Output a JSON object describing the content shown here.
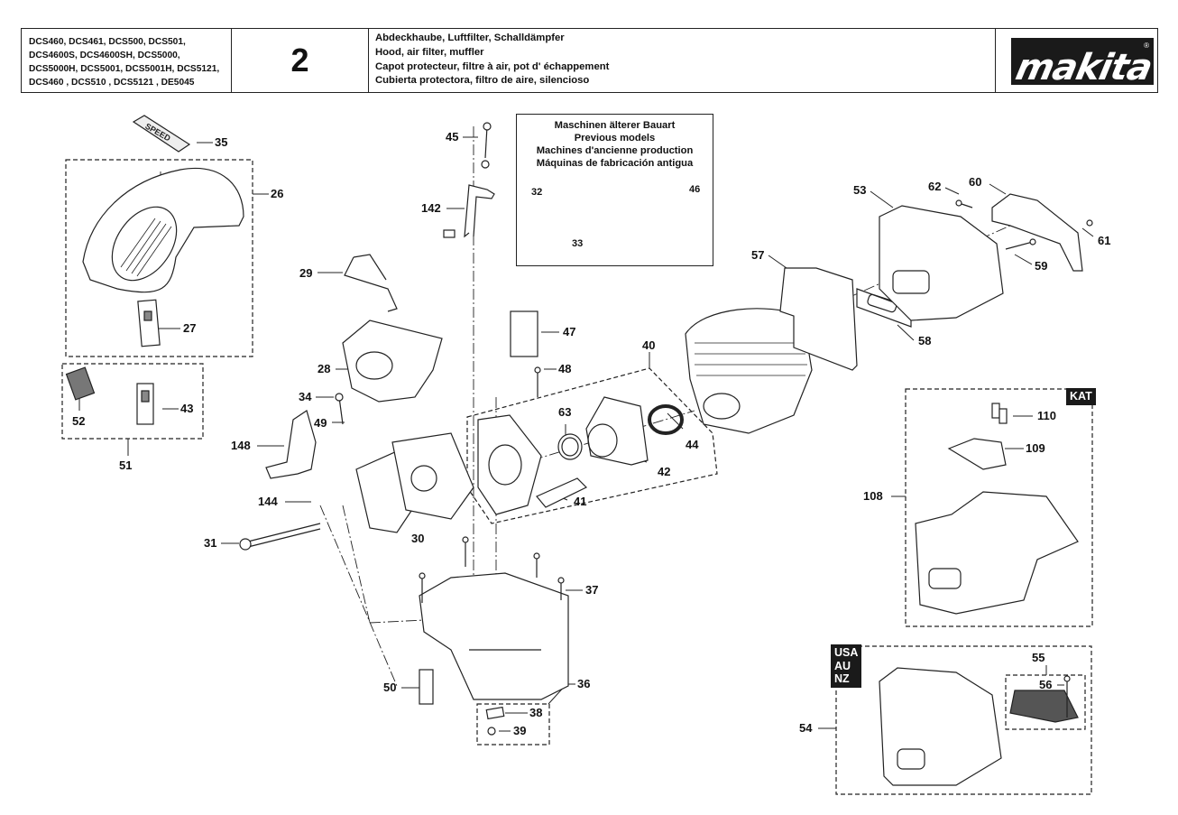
{
  "header": {
    "models": [
      "DCS460, DCS461, DCS500, DCS501,",
      "DCS4600S, DCS4600SH, DCS5000,",
      "DCS5000H, DCS5001, DCS5001H, DCS5121,",
      "DCS460 , DCS510 , DCS5121 , DE5045"
    ],
    "page_number": "2",
    "titles": [
      "Abdeckhaube, Luftfilter, Schalldämpfer",
      "Hood, air filter, muffler",
      "Capot protecteur, filtre à air, pot d' échappement",
      "Cubierta protectora, filtro de aire, silencioso"
    ],
    "brand": "makita",
    "registered_mark": "®"
  },
  "previous_models_box": {
    "title_lines": [
      "Maschinen älterer Bauart",
      "Previous models",
      "Machines d'ancienne production",
      "Máquinas de fabricación antigua"
    ],
    "parts": [
      "32",
      "33",
      "46"
    ]
  },
  "variant_tags": {
    "kat": "KAT",
    "usa_au_nz": [
      "USA",
      "AU",
      "NZ"
    ]
  },
  "part_labels": [
    {
      "id": "35",
      "text": "35"
    },
    {
      "id": "26",
      "text": "26"
    },
    {
      "id": "27",
      "text": "27"
    },
    {
      "id": "52",
      "text": "52"
    },
    {
      "id": "43",
      "text": "43"
    },
    {
      "id": "51",
      "text": "51"
    },
    {
      "id": "45",
      "text": "45"
    },
    {
      "id": "142",
      "text": "142"
    },
    {
      "id": "29",
      "text": "29"
    },
    {
      "id": "28",
      "text": "28"
    },
    {
      "id": "34",
      "text": "34"
    },
    {
      "id": "49",
      "text": "49"
    },
    {
      "id": "148",
      "text": "148"
    },
    {
      "id": "144",
      "text": "144"
    },
    {
      "id": "31",
      "text": "31"
    },
    {
      "id": "30",
      "text": "30"
    },
    {
      "id": "47",
      "text": "47"
    },
    {
      "id": "48",
      "text": "48"
    },
    {
      "id": "40",
      "text": "40"
    },
    {
      "id": "63",
      "text": "63"
    },
    {
      "id": "44",
      "text": "44"
    },
    {
      "id": "42",
      "text": "42"
    },
    {
      "id": "41",
      "text": "41"
    },
    {
      "id": "37",
      "text": "37"
    },
    {
      "id": "50",
      "text": "50"
    },
    {
      "id": "36",
      "text": "36"
    },
    {
      "id": "38",
      "text": "38"
    },
    {
      "id": "39",
      "text": "39"
    },
    {
      "id": "53",
      "text": "53"
    },
    {
      "id": "62",
      "text": "62"
    },
    {
      "id": "60",
      "text": "60"
    },
    {
      "id": "61",
      "text": "61"
    },
    {
      "id": "59",
      "text": "59"
    },
    {
      "id": "57",
      "text": "57"
    },
    {
      "id": "58",
      "text": "58"
    },
    {
      "id": "110",
      "text": "110"
    },
    {
      "id": "109",
      "text": "109"
    },
    {
      "id": "108",
      "text": "108"
    },
    {
      "id": "55",
      "text": "55"
    },
    {
      "id": "56",
      "text": "56"
    },
    {
      "id": "54",
      "text": "54"
    }
  ]
}
